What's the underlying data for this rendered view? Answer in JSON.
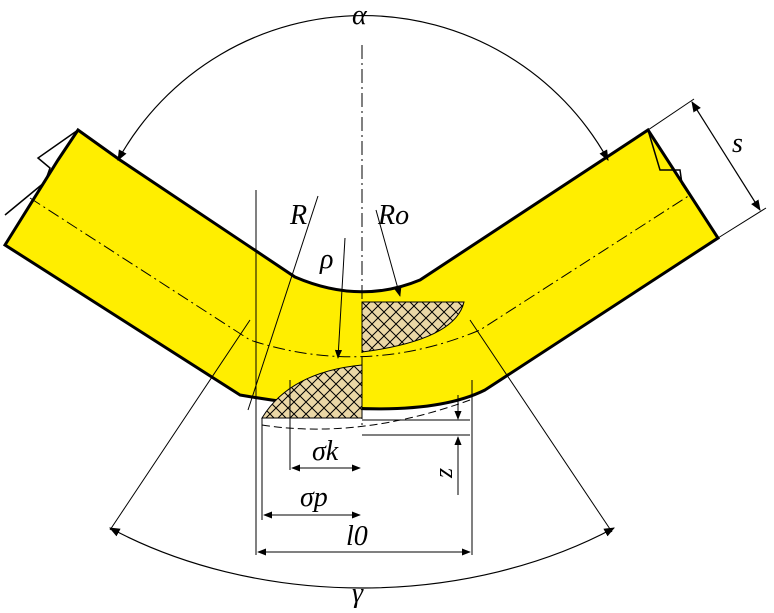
{
  "labels": {
    "alpha": "α",
    "s": "s",
    "R": "R",
    "Ro": "Ro",
    "rho": "ρ",
    "sigma_k": "σk",
    "sigma_p": "σp",
    "z": "z",
    "l0": "l0",
    "gamma": "γ"
  },
  "colors": {
    "strip_fill": "#ffee00",
    "hatch_fill": "#ead7a6",
    "outline": "#000000"
  }
}
